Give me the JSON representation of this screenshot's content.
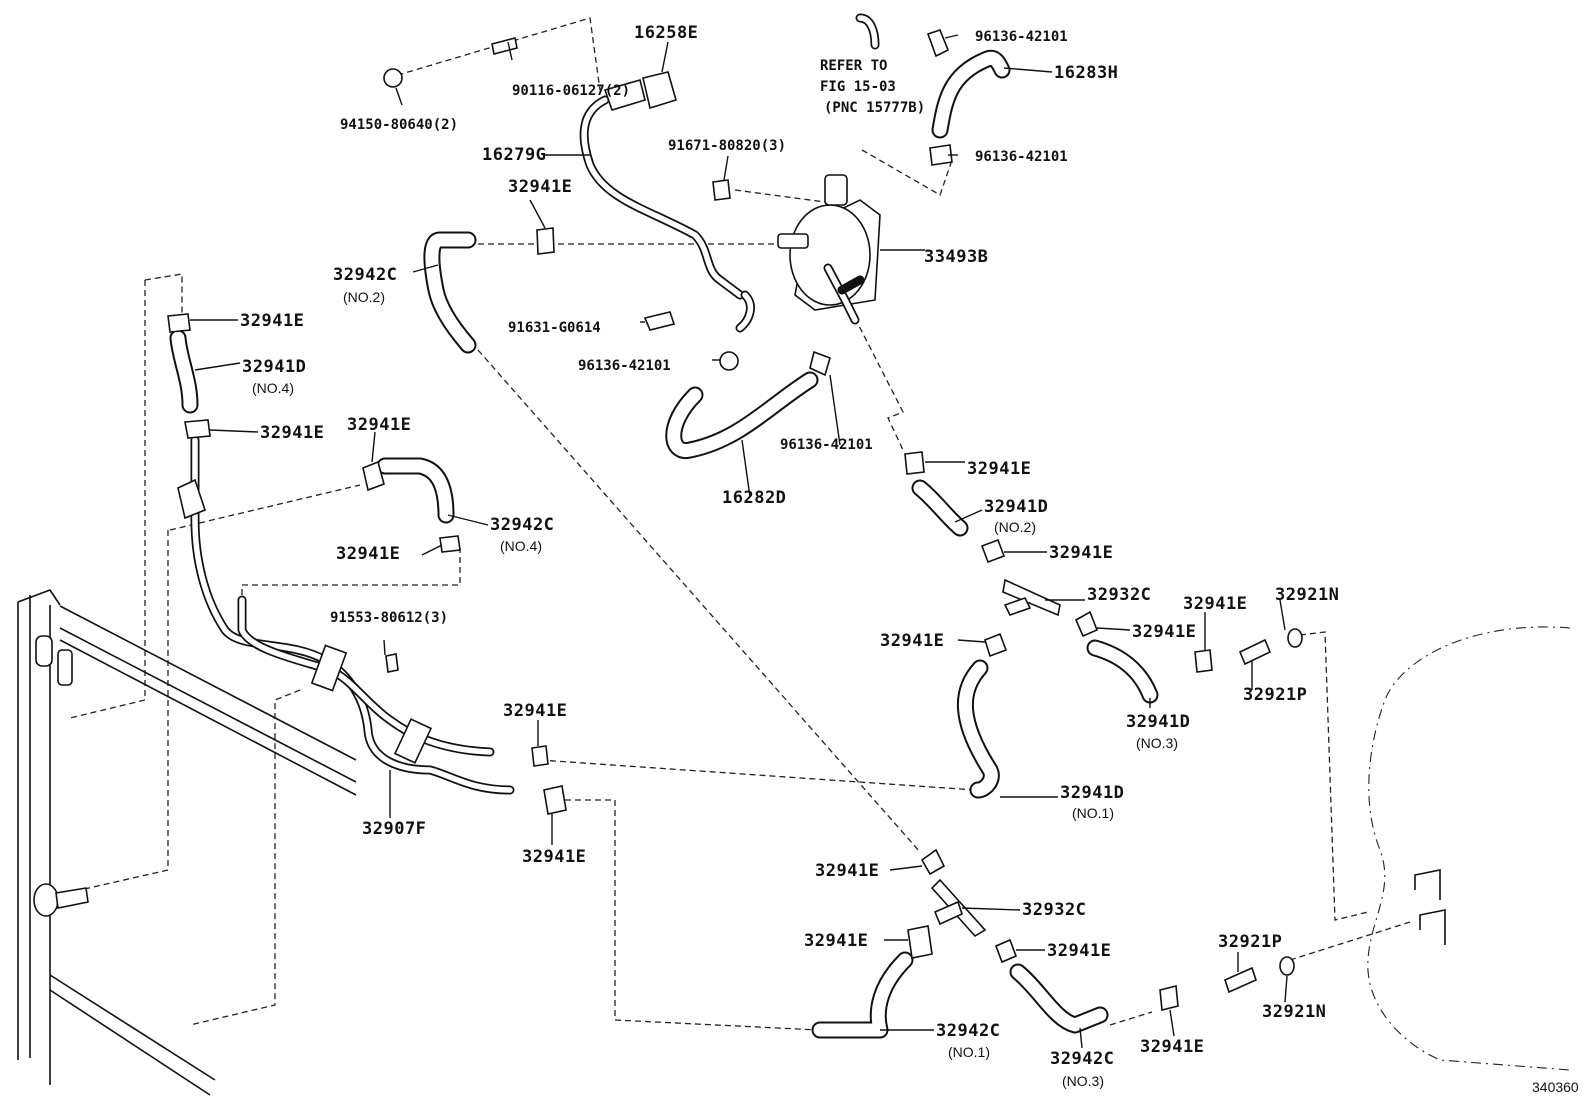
{
  "figure_id": "340360",
  "refer_note": [
    "REFER TO",
    "FIG 15-03",
    "(PNC 15777B)"
  ],
  "labels": [
    {
      "id": "l01",
      "pn": "16258E"
    },
    {
      "id": "l02",
      "pn": "90116-06127(2)"
    },
    {
      "id": "l03",
      "pn": "94150-80640(2)"
    },
    {
      "id": "l04",
      "pn": "96136-42101"
    },
    {
      "id": "l05",
      "pn": "16283H"
    },
    {
      "id": "l06",
      "pn": "96136-42101"
    },
    {
      "id": "l07",
      "pn": "16279G"
    },
    {
      "id": "l08",
      "pn": "91671-80820(3)"
    },
    {
      "id": "l09",
      "pn": "32941E"
    },
    {
      "id": "l10",
      "pn": "33493B"
    },
    {
      "id": "l11",
      "pn": "32942C",
      "sub": "(NO.2)"
    },
    {
      "id": "l12",
      "pn": "91631-G0614"
    },
    {
      "id": "l13",
      "pn": "96136-42101"
    },
    {
      "id": "l14",
      "pn": "32941E"
    },
    {
      "id": "l15",
      "pn": "32941D",
      "sub": "(NO.4)"
    },
    {
      "id": "l16",
      "pn": "32941E"
    },
    {
      "id": "l17",
      "pn": "32941E"
    },
    {
      "id": "l18",
      "pn": "96136-42101"
    },
    {
      "id": "l19",
      "pn": "16282D"
    },
    {
      "id": "l20",
      "pn": "32941E"
    },
    {
      "id": "l21",
      "pn": "32942C",
      "sub": "(NO.4)"
    },
    {
      "id": "l22",
      "pn": "32941D",
      "sub": "(NO.2)"
    },
    {
      "id": "l23",
      "pn": "32941E"
    },
    {
      "id": "l24",
      "pn": "32941E"
    },
    {
      "id": "l25",
      "pn": "32932C"
    },
    {
      "id": "l26",
      "pn": "32941E"
    },
    {
      "id": "l27",
      "pn": "32921N"
    },
    {
      "id": "l28",
      "pn": "91553-80612(3)"
    },
    {
      "id": "l29",
      "pn": "32941E"
    },
    {
      "id": "l30",
      "pn": "32941E"
    },
    {
      "id": "l31",
      "pn": "32921P"
    },
    {
      "id": "l32",
      "pn": "32941D",
      "sub": "(NO.3)"
    },
    {
      "id": "l33",
      "pn": "32941E"
    },
    {
      "id": "l34",
      "pn": "32941D",
      "sub": "(NO.1)"
    },
    {
      "id": "l35",
      "pn": "32907F"
    },
    {
      "id": "l36",
      "pn": "32941E"
    },
    {
      "id": "l37",
      "pn": "32941E"
    },
    {
      "id": "l38",
      "pn": "32932C"
    },
    {
      "id": "l39",
      "pn": "32941E"
    },
    {
      "id": "l40",
      "pn": "32941E"
    },
    {
      "id": "l41",
      "pn": "32921P"
    },
    {
      "id": "l42",
      "pn": "32942C",
      "sub": "(NO.1)"
    },
    {
      "id": "l43",
      "pn": "32921N"
    },
    {
      "id": "l44",
      "pn": "32942C",
      "sub": "(NO.3)"
    },
    {
      "id": "l45",
      "pn": "32941E"
    }
  ]
}
